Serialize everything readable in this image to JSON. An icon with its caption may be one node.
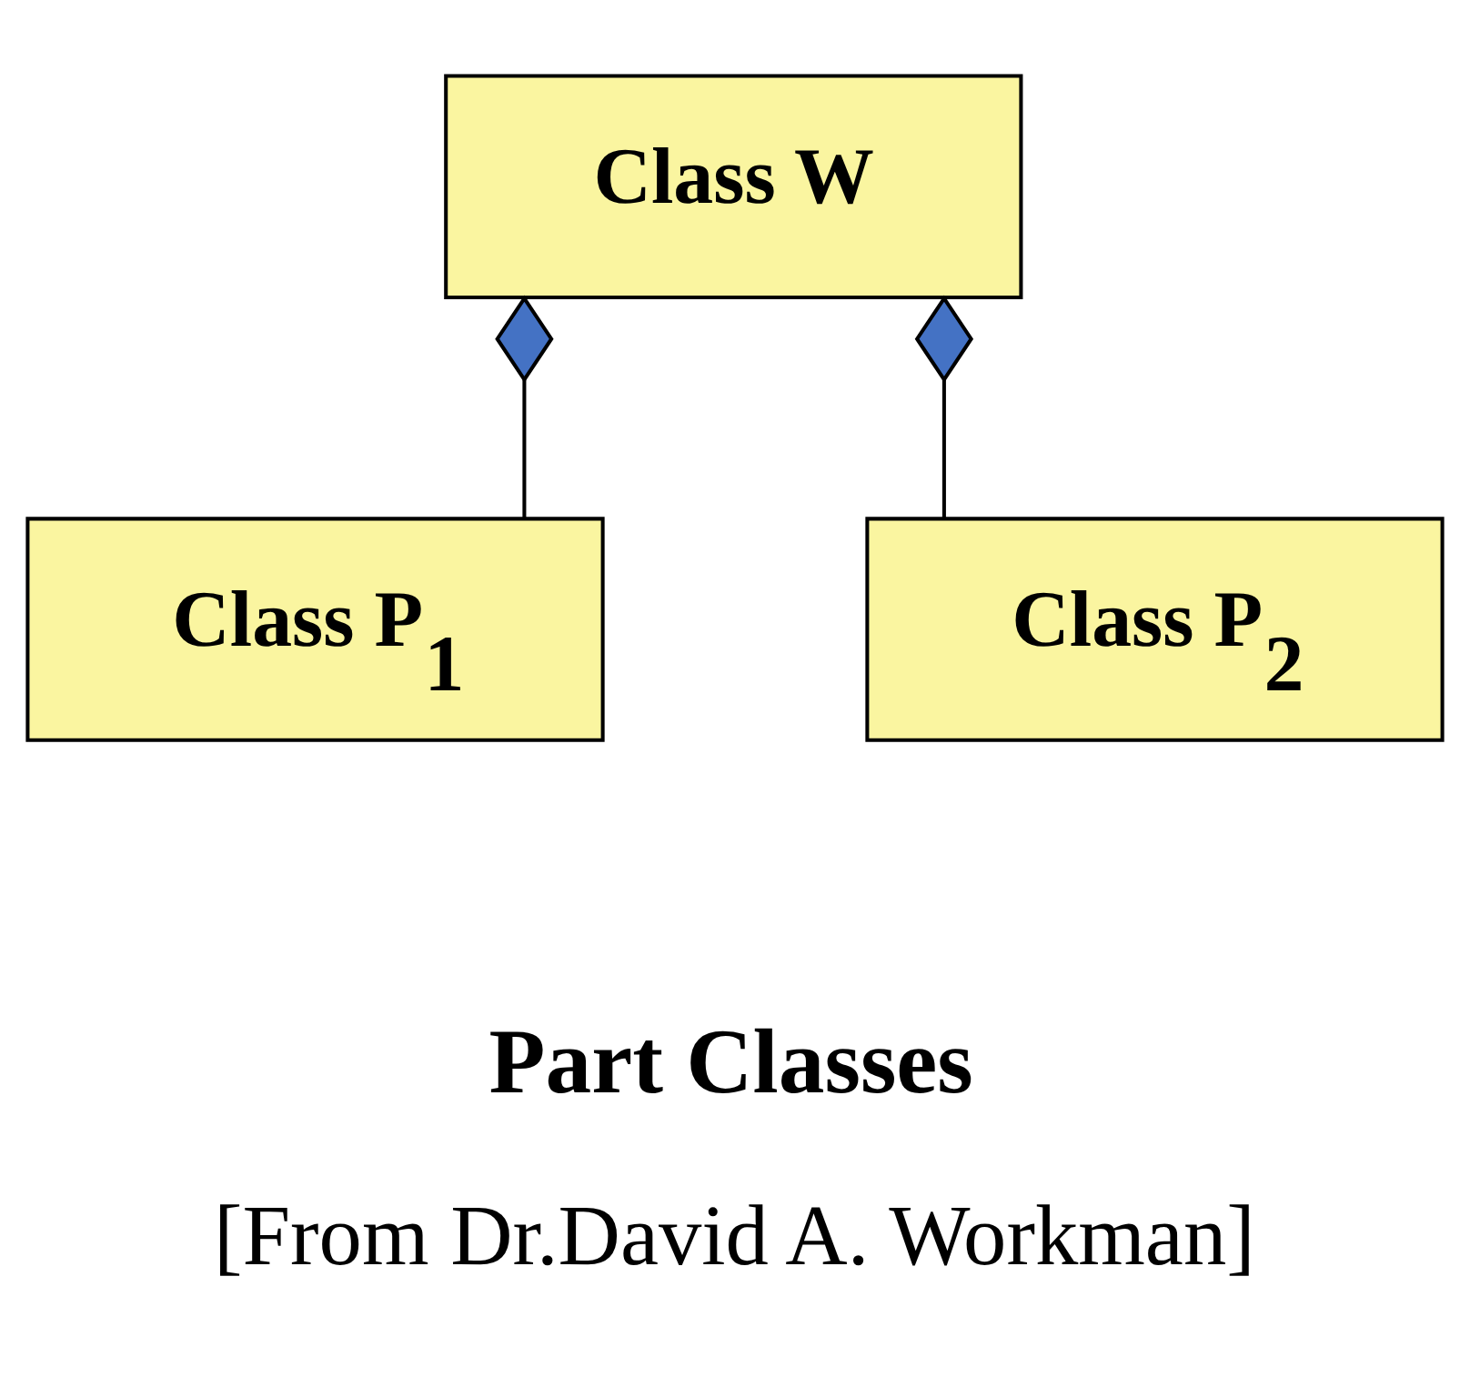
{
  "diagram": {
    "caption": "[From Dr.David A. Workman]",
    "nodes": [
      {
        "text": [
          "Class W"
        ]
      },
      {
        "text": [
          "Class P$_{1}$"
        ]
      },
      {
        "text": [
          "Class P$_{2}$"
        ]
      }
    ],
    "edges": [
      {
        "from": 0,
        "to": 1,
        "arrow": "other"
      },
      {
        "from": 0,
        "to": 2,
        "arrow": "other"
      }
    ],
    "labels": [
      "Part Classes"
    ]
  }
}
